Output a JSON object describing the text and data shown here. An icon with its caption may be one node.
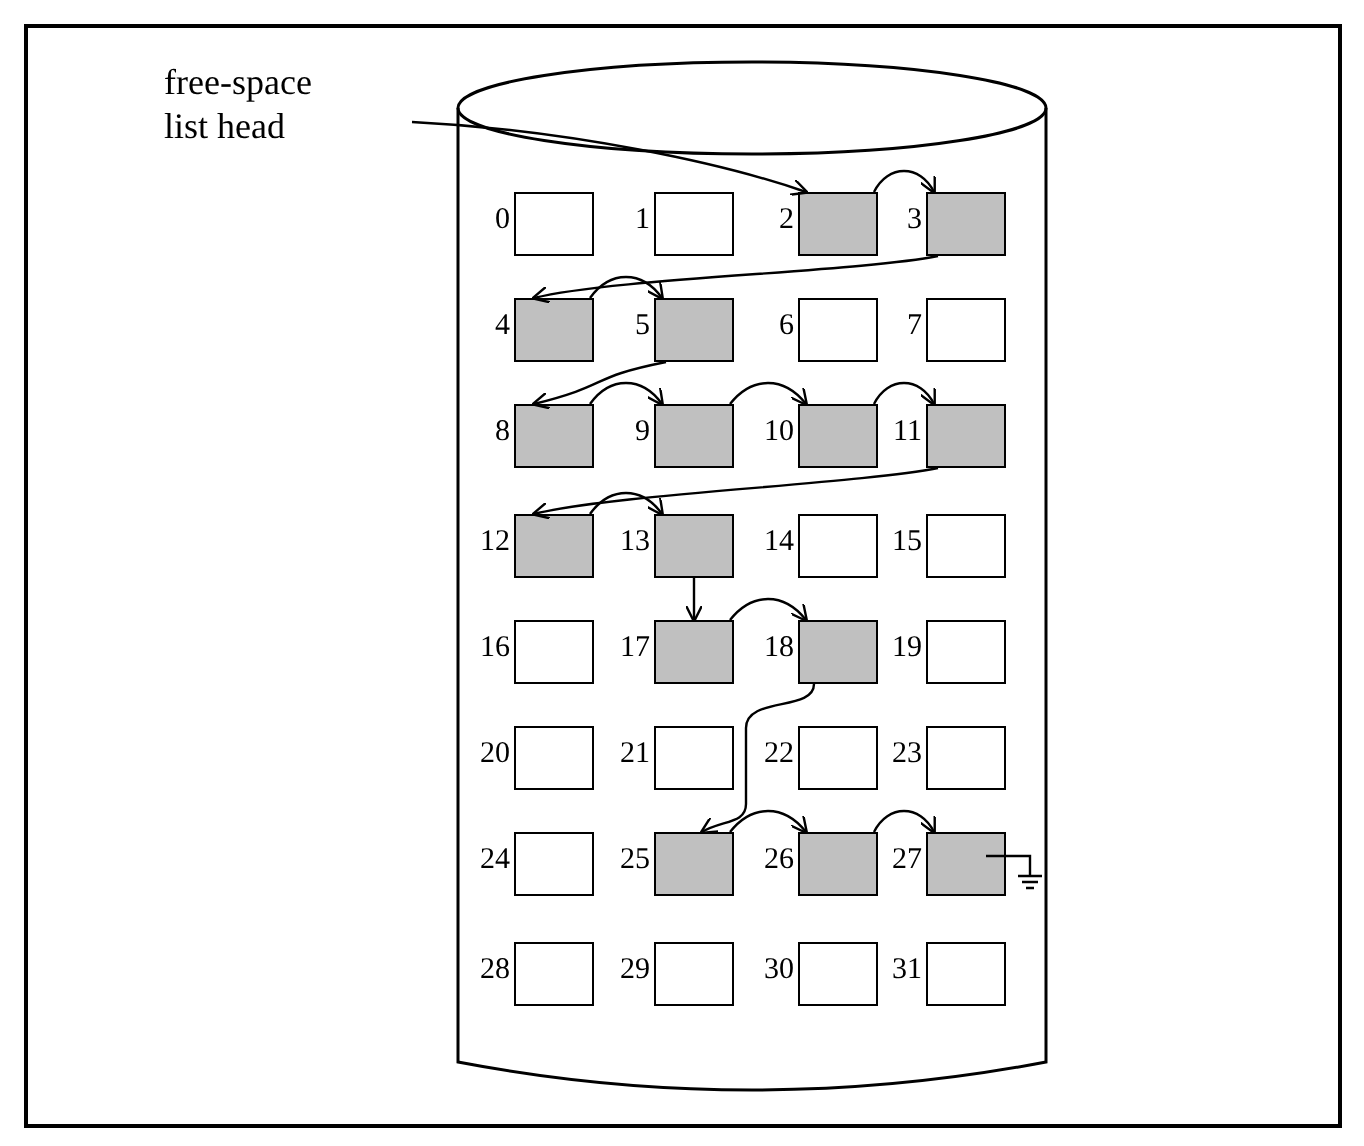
{
  "diagram": {
    "nodes": [
      {
        "text": [
          "free-space list head"
        ]
      },
      {
        "text": [],
        "shape": "cylinder"
      },
      {
        "text": [],
        "shape": "box",
        "in": 1,
        "beside": [
          "0"
        ]
      },
      {
        "text": [],
        "shape": "box",
        "in": 1,
        "beside": [
          "1"
        ]
      },
      {
        "text": [],
        "shape": "box",
        "in": 1,
        "beside": [
          "2"
        ]
      },
      {
        "text": [],
        "shape": "box",
        "in": 1,
        "beside": [
          "3"
        ]
      },
      {
        "text": [],
        "shape": "box",
        "in": 1,
        "beside": [
          "4"
        ]
      },
      {
        "text": [],
        "shape": "box",
        "in": 1,
        "beside": [
          "5"
        ]
      },
      {
        "text": [],
        "shape": "box",
        "in": 1,
        "beside": [
          "6"
        ]
      },
      {
        "text": [],
        "shape": "box",
        "in": 1,
        "beside": [
          "7"
        ]
      },
      {
        "text": [],
        "shape": "box",
        "in": 1,
        "beside": [
          "8"
        ]
      },
      {
        "text": [],
        "shape": "box",
        "in": 1,
        "beside": [
          "9"
        ]
      },
      {
        "text": [],
        "shape": "box",
        "in": 1,
        "beside": [
          "10"
        ]
      },
      {
        "text": [],
        "shape": "box",
        "in": 1,
        "beside": [
          "11"
        ]
      },
      {
        "text": [],
        "shape": "box",
        "in": 1,
        "beside": [
          "12"
        ]
      },
      {
        "text": [],
        "shape": "box",
        "in": 1,
        "beside": [
          "13"
        ]
      },
      {
        "text": [],
        "shape": "box",
        "in": 1,
        "beside": [
          "14"
        ]
      },
      {
        "text": [],
        "shape": "box",
        "in": 1,
        "beside": [
          "15"
        ]
      },
      {
        "text": [],
        "shape": "box",
        "in": 1,
        "beside": [
          "16"
        ]
      },
      {
        "text": [],
        "shape": "box",
        "in": 1,
        "beside": [
          "17"
        ]
      },
      {
        "text": [],
        "shape": "box",
        "in": 1,
        "beside": [
          "18"
        ]
      },
      {
        "text": [],
        "shape": "box",
        "in": 1,
        "beside": [
          "19"
        ]
      },
      {
        "text": [],
        "shape": "box",
        "in": 1,
        "beside": [
          "20"
        ]
      },
      {
        "text": [],
        "shape": "box",
        "in": 1,
        "beside": [
          "21"
        ]
      },
      {
        "text": [],
        "shape": "box",
        "in": 1,
        "beside": [
          "22"
        ]
      },
      {
        "text": [],
        "shape": "box",
        "in": 1,
        "beside": [
          "23"
        ]
      },
      {
        "text": [],
        "shape": "box",
        "in": 1,
        "beside": [
          "24"
        ]
      },
      {
        "text": [],
        "shape": "box",
        "in": 1,
        "beside": [
          "25"
        ]
      },
      {
        "text": [],
        "shape": "box",
        "in": 1,
        "beside": [
          "26"
        ]
      },
      {
        "text": [],
        "shape": "box",
        "in": 1,
        "beside": [
          "27"
        ]
      },
      {
        "text": [],
        "shape": "box",
        "in": 1,
        "beside": [
          "28"
        ]
      },
      {
        "text": [],
        "shape": "box",
        "in": 1,
        "beside": [
          "29"
        ]
      },
      {
        "text": [],
        "shape": "box",
        "in": 1,
        "beside": [
          "30"
        ]
      },
      {
        "text": [],
        "shape": "box",
        "in": 1,
        "beside": [
          "31"
        ]
      }
    ],
    "edges": [
      {
        "from": 0,
        "to": 4,
        "arrow": "to"
      },
      {
        "from": 4,
        "to": 5,
        "arrow": "to"
      },
      {
        "from": 5,
        "to": 6,
        "arrow": "to"
      },
      {
        "from": 6,
        "to": 7,
        "arrow": "to"
      },
      {
        "from": 7,
        "to": 10,
        "arrow": "to"
      },
      {
        "from": 10,
        "to": 11,
        "arrow": "to"
      },
      {
        "from": 11,
        "to": 12,
        "arrow": "to"
      },
      {
        "from": 12,
        "to": 13,
        "arrow": "to"
      },
      {
        "from": 13,
        "to": 14,
        "arrow": "to"
      },
      {
        "from": 14,
        "to": 15,
        "arrow": "to"
      },
      {
        "from": 15,
        "to": 19,
        "arrow": "to"
      },
      {
        "from": 19,
        "to": 20,
        "arrow": "to"
      },
      {
        "from": 20,
        "to": 27,
        "arrow": "to"
      },
      {
        "from": 27,
        "to": 28,
        "arrow": "to"
      },
      {
        "from": 28,
        "to": 29,
        "arrow": "to"
      }
    ]
  }
}
